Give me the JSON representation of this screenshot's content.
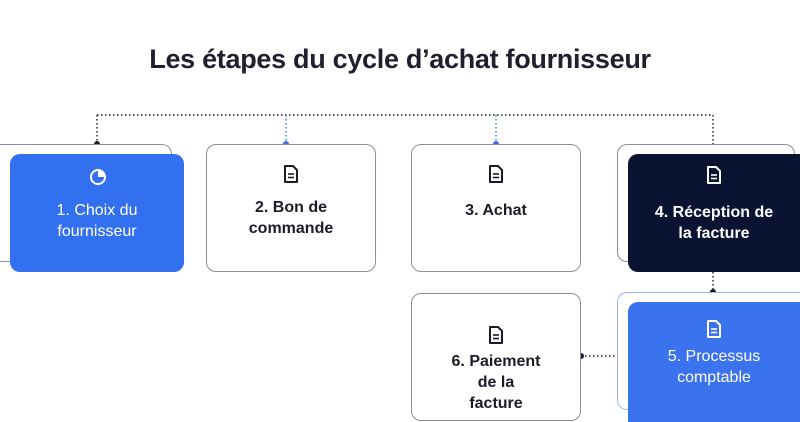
{
  "title": "Les étapes du cycle d’achat fournisseur",
  "steps": [
    {
      "label": "1. Choix du\nfournisseur",
      "icon": "pie-chart-icon"
    },
    {
      "label": "2. Bon de\ncommande",
      "icon": "document-icon"
    },
    {
      "label": "3. Achat",
      "icon": "document-icon"
    },
    {
      "label": "4. Réception de\nla facture",
      "icon": "document-icon"
    },
    {
      "label": "5. Processus\ncomptable",
      "icon": "document-icon"
    },
    {
      "label": "6. Paiement\nde la\nfacture",
      "icon": "document-icon"
    }
  ],
  "colors": {
    "blue": "#3370ef",
    "navy": "#0b1333",
    "outline": "#8a90a8",
    "connector": "#1c1c28",
    "connector_blue": "#3a6fe0"
  }
}
